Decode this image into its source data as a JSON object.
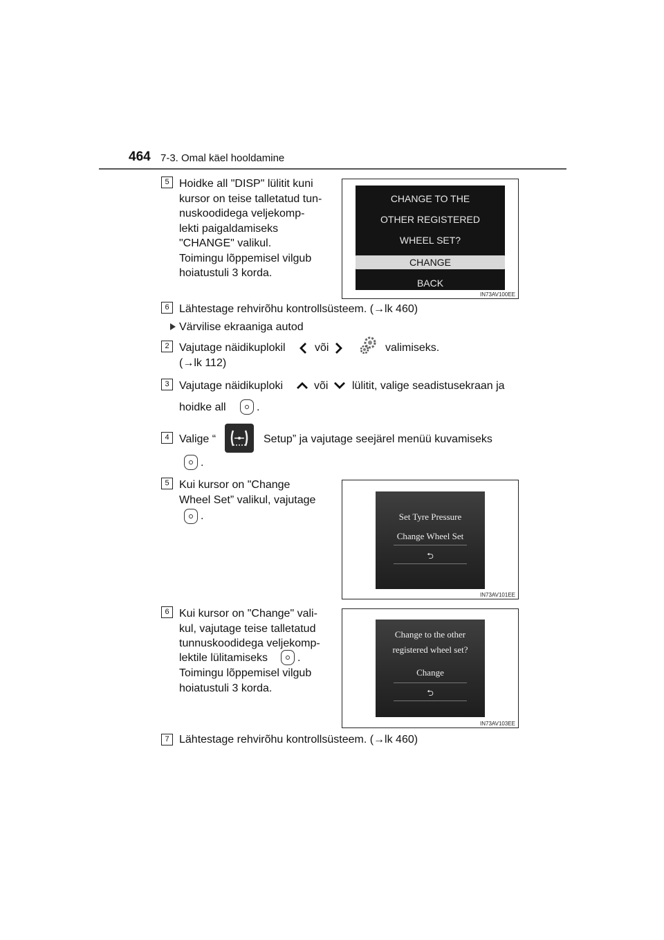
{
  "header": {
    "page_number": "464",
    "section": "7-3. Omal käel hooldamine"
  },
  "steps": {
    "s5a": {
      "num": "5",
      "lines": [
        "Hoidke all \"DISP\" lülitit kuni",
        "kursor on teise talletatud tun-",
        "nuskoodidega veljekomp-",
        "lekti paigaldamiseks",
        "\"CHANGE\" valikul.",
        "Toimingu lõppemisel vilgub",
        "hoiatustuli 3 korda."
      ]
    },
    "s6a": {
      "num": "6",
      "text": "Lähtestage rehvirõhu kontrollsüsteem. (→lk 460)"
    },
    "bullet": "Värvilise ekraaniga autod",
    "s2": {
      "num": "2",
      "pre": "Vajutage näidikuplokil",
      "mid": "või",
      "post": "valimiseks.",
      "line2": "(→lk 112)"
    },
    "s3": {
      "num": "3",
      "pre": "Vajutage näidikuploki",
      "mid": "või",
      "post": "lülitit, valige seadistusekraan ja",
      "line2_pre": "hoidke all",
      "line2_post": "."
    },
    "s4": {
      "num": "4",
      "pre": "Valige “",
      "post": "Setup” ja vajutage seejärel menüü kuvamiseks",
      "line2": "."
    },
    "s5b": {
      "num": "5",
      "lines": [
        "Kui kursor on \"Change",
        "Wheel Set” valikul, vajutage"
      ],
      "tail": "."
    },
    "s6b": {
      "num": "6",
      "lines": [
        "Kui kursor on \"Change\" vali-",
        "kul, vajutage teise talletatud",
        "tunnuskoodidega veljekomp-"
      ],
      "line4_pre": "lektile lülitamiseks",
      "line4_post": ".",
      "lines2": [
        "Toimingu lõppemisel vilgub",
        "hoiatustuli 3 korda."
      ]
    },
    "s7": {
      "num": "7",
      "text": "Lähtestage rehvirõhu kontrollsüsteem. (→lk 460)"
    }
  },
  "figures": {
    "fig1": {
      "code": "IN73AV100EE",
      "lines": [
        "CHANGE TO THE",
        "OTHER REGISTERED",
        "WHEEL SET?"
      ],
      "selected": "CHANGE",
      "back": "BACK"
    },
    "fig2": {
      "code": "IN73AV101EE",
      "item1": "Set Tyre Pressure",
      "item2": "Change Wheel Set",
      "return": "⮌"
    },
    "fig3": {
      "code": "IN73AV103EE",
      "line1": "Change to the other",
      "line2": "registered wheel set?",
      "item": "Change",
      "return": "⮌"
    }
  },
  "icons": [
    "chevron-left-icon",
    "chevron-right-icon",
    "gear-icon",
    "chevron-up-icon",
    "chevron-down-icon",
    "dial-button-icon",
    "tire-pressure-setup-icon"
  ]
}
